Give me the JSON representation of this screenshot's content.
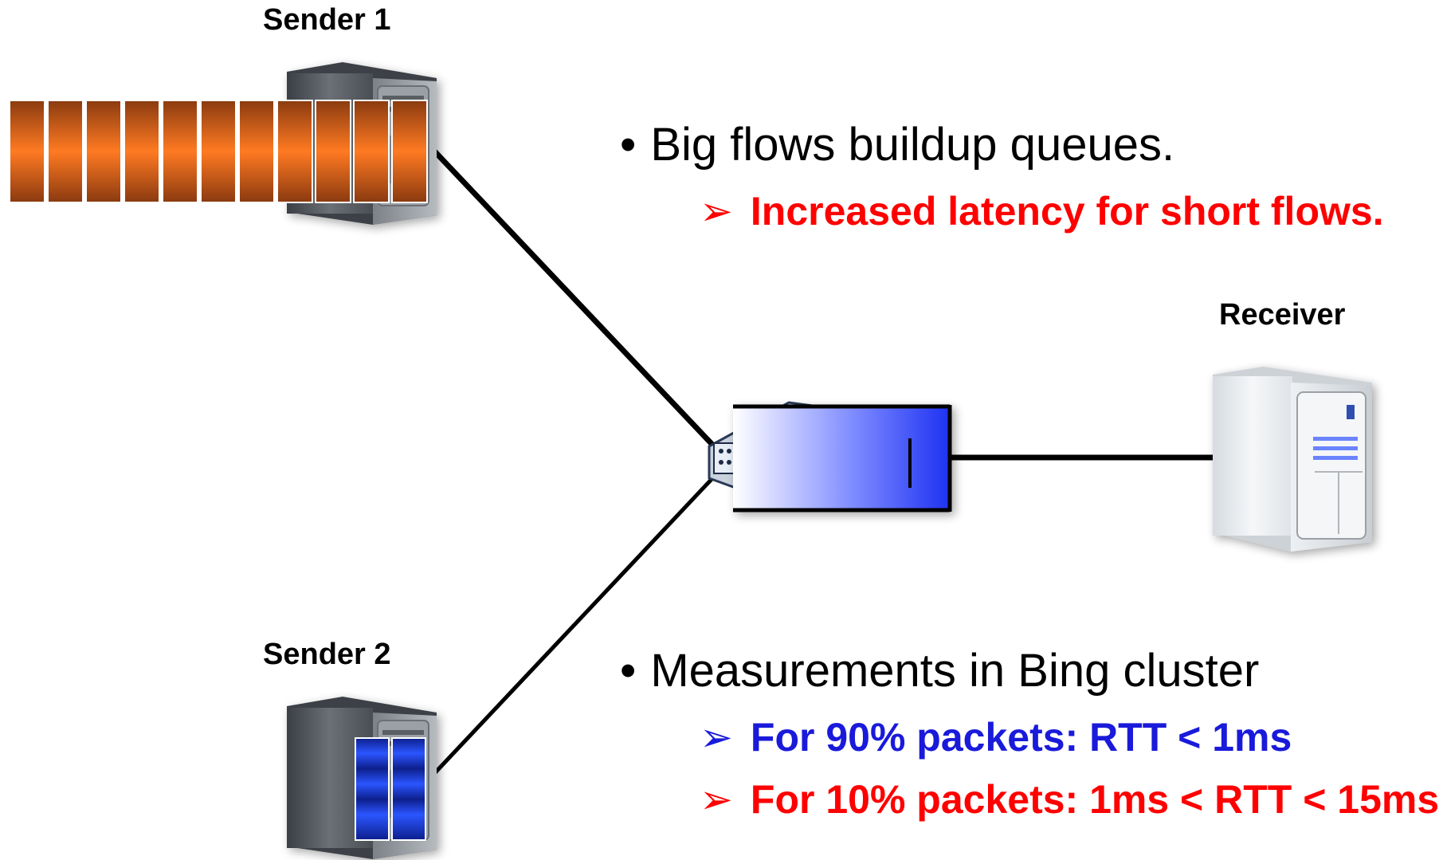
{
  "nodes": {
    "sender1": "Sender 1",
    "sender2": "Sender 2",
    "receiver": "Receiver"
  },
  "bullets": [
    {
      "bullet": "•",
      "text": "Big flows buildup queues.",
      "subs": [
        {
          "arrow": "➢",
          "text": "Increased latency for short flows.",
          "color": "#ff0000"
        }
      ]
    },
    {
      "bullet": "•",
      "text": "Measurements in Bing cluster",
      "subs": [
        {
          "arrow": "➢",
          "text": "For 90% packets: RTT < 1ms",
          "color": "#1a1adb"
        },
        {
          "arrow": "➢",
          "text": "For 10% packets: 1ms < RTT < 15ms",
          "color": "#ff0000"
        }
      ]
    }
  ],
  "colors": {
    "big_flow_packet": "#e8621a",
    "short_flow_packet": "#1f3fe0",
    "switch_queue": "#2a3cf0",
    "link": "#000000",
    "server_dark": "#555a60",
    "server_light": "#e8ecef"
  },
  "icons": {
    "sender1": "server-tower-dark-icon",
    "sender2": "server-tower-dark-icon",
    "receiver": "server-tower-light-icon",
    "switch": "network-switch-icon"
  },
  "queues": {
    "sender1_packets": 11,
    "sender2_packets": 2,
    "switch_queue_fill": "gradient"
  }
}
